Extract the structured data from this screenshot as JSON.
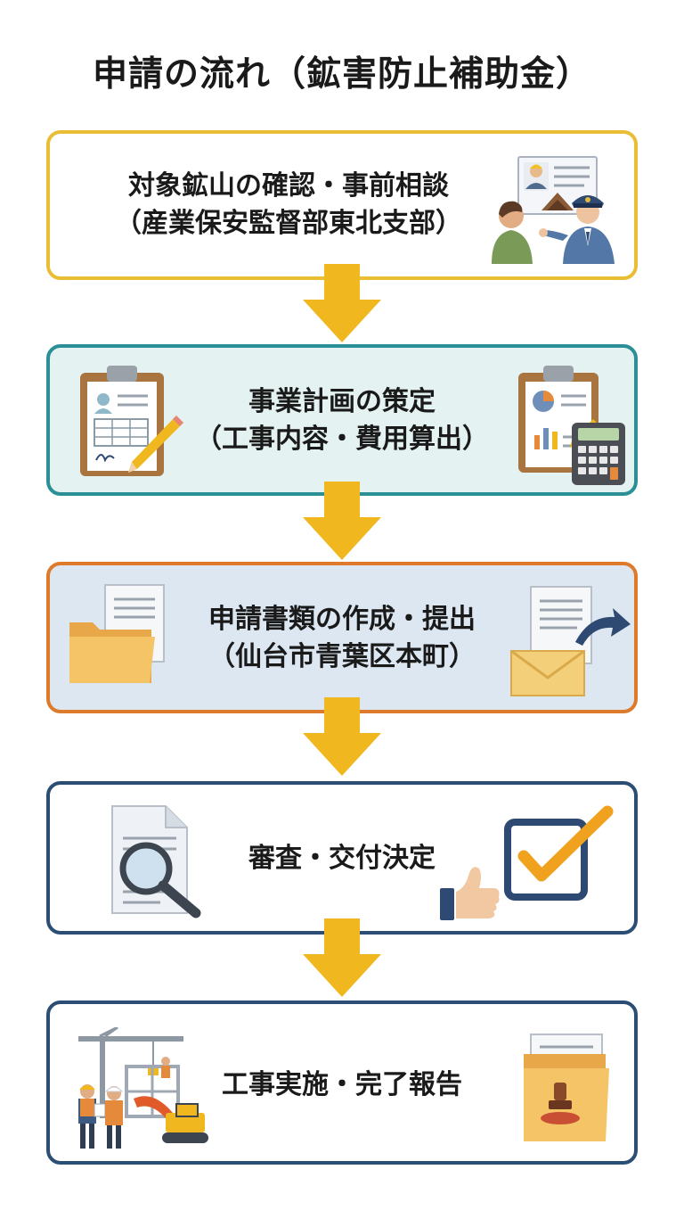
{
  "title": "申請の流れ（鉱害防止補助金）",
  "colors": {
    "arrow": "#F0B81E",
    "step1_border": "#E9BE35",
    "step2_border": "#2B8F97",
    "step3_border": "#DD7A2C",
    "step4_border": "#2C4E74",
    "step5_border": "#2C4E74",
    "step2_fill": "#E4F3F1",
    "step3_fill": "#DCE7F1"
  },
  "steps": [
    {
      "line1": "対象鉱山の確認・事前相談",
      "line2": "（産業保安監督部東北支部）",
      "icons": [
        "consultation-icon"
      ]
    },
    {
      "line1": "事業計画の策定",
      "line2": "（工事内容・費用算出）",
      "icons": [
        "clipboard-form-icon",
        "clipboard-chart-icon",
        "calculator-icon"
      ]
    },
    {
      "line1": "申請書類の作成・提出",
      "line2": "（仙台市青葉区本町）",
      "icons": [
        "folder-icon",
        "envelope-send-icon"
      ]
    },
    {
      "line1": "審査・交付決定",
      "icons": [
        "document-search-icon",
        "checkbox-approved-icon",
        "thumbs-up-icon"
      ]
    },
    {
      "line1": "工事実施・完了報告",
      "icons": [
        "construction-site-icon",
        "folder-stamp-icon"
      ]
    }
  ]
}
